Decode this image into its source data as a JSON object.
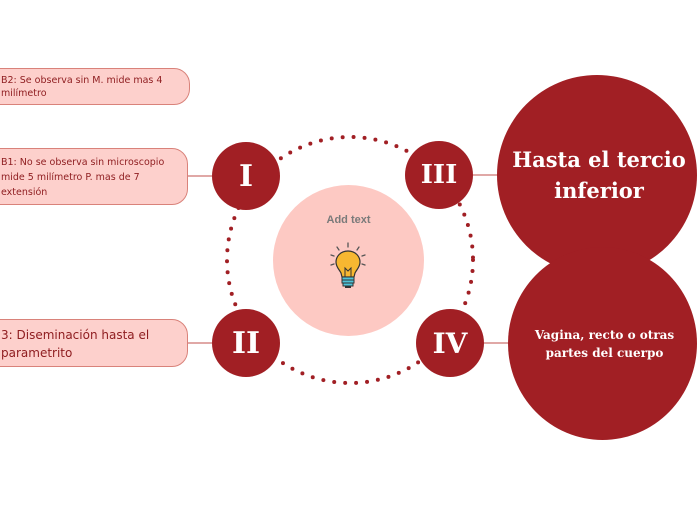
{
  "center": {
    "label": "Add text",
    "icon": "lightbulb-icon"
  },
  "nodes": {
    "i": "I",
    "ii": "II",
    "iii": "III",
    "iv": "IV"
  },
  "pills": {
    "b2": "B2: Se observa sin M. mide mas 4 milímetro",
    "b1": "B1: No se observa sin microscopio mide 5 milímetro P. mas de 7 extensión",
    "b3": "3: Diseminación hasta el parametrito"
  },
  "big_circles": {
    "tercio": "Hasta el tercio inferior",
    "vagina": "Vagina, recto o otras partes del cuerpo"
  },
  "colors": {
    "dark_red": "#a11f24",
    "pill_fill": "#fdd0cc",
    "pill_border": "#d9827a",
    "center_fill": "#fdc9c3"
  }
}
